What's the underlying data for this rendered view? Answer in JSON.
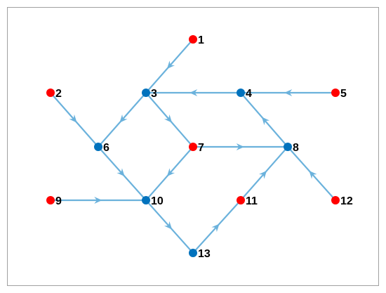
{
  "colors": {
    "edge": "#6bb2dc",
    "source_node": "#ff0000",
    "internal_node": "#0072bd",
    "frame": "#a0a0a0",
    "label": "#000000"
  },
  "graph": {
    "nodes": [
      {
        "id": "1",
        "label": "1",
        "kind": "source"
      },
      {
        "id": "2",
        "label": "2",
        "kind": "source"
      },
      {
        "id": "3",
        "label": "3",
        "kind": "internal"
      },
      {
        "id": "4",
        "label": "4",
        "kind": "internal"
      },
      {
        "id": "5",
        "label": "5",
        "kind": "source"
      },
      {
        "id": "6",
        "label": "6",
        "kind": "internal"
      },
      {
        "id": "7",
        "label": "7",
        "kind": "source"
      },
      {
        "id": "8",
        "label": "8",
        "kind": "internal"
      },
      {
        "id": "9",
        "label": "9",
        "kind": "source"
      },
      {
        "id": "10",
        "label": "10",
        "kind": "internal"
      },
      {
        "id": "11",
        "label": "11",
        "kind": "source"
      },
      {
        "id": "12",
        "label": "12",
        "kind": "source"
      },
      {
        "id": "13",
        "label": "13",
        "kind": "internal"
      }
    ],
    "edges": [
      {
        "from": "1",
        "to": "3"
      },
      {
        "from": "2",
        "to": "6"
      },
      {
        "from": "3",
        "to": "6"
      },
      {
        "from": "3",
        "to": "7"
      },
      {
        "from": "4",
        "to": "3"
      },
      {
        "from": "5",
        "to": "4"
      },
      {
        "from": "6",
        "to": "10"
      },
      {
        "from": "7",
        "to": "8"
      },
      {
        "from": "7",
        "to": "10"
      },
      {
        "from": "8",
        "to": "4"
      },
      {
        "from": "9",
        "to": "10"
      },
      {
        "from": "10",
        "to": "13"
      },
      {
        "from": "11",
        "to": "8"
      },
      {
        "from": "12",
        "to": "8"
      },
      {
        "from": "13",
        "to": "11"
      }
    ]
  }
}
